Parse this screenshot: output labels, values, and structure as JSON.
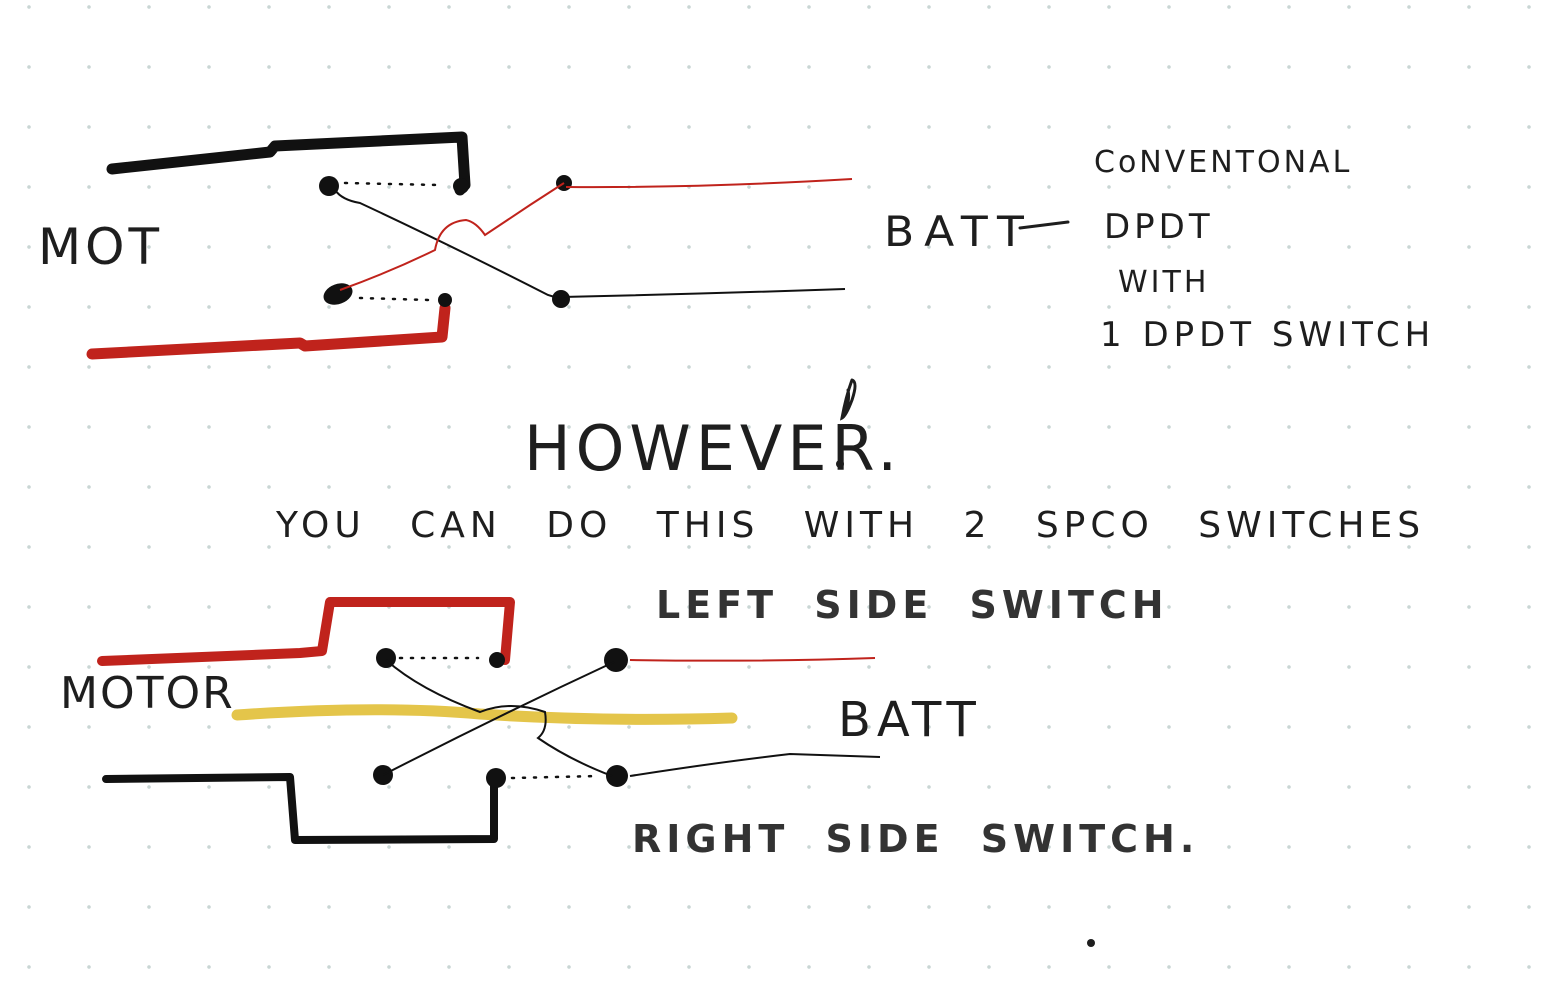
{
  "labels": {
    "mot": "MOT",
    "batt_top": "BATT",
    "note_lines": [
      "CoNVENTONAL",
      "DPDT",
      "WITH",
      "1 DPDT SWITCH"
    ],
    "however": "HOWEVER.",
    "subtitle": "YOU CAN DO THIS WITH 2 SPCO SWITCHES",
    "left_switch": "LEFT SIDE SWITCH",
    "motor": "MOTOR",
    "batt_bottom": "BATT",
    "right_switch": "RIGHT SIDE SWITCH."
  },
  "colors": {
    "black_wire": "#111111",
    "red_wire": "#c0231c",
    "yellow_wire": "#e4c54a",
    "ink": "#1e1e1e",
    "grid_dot": "#c9d6d4"
  }
}
